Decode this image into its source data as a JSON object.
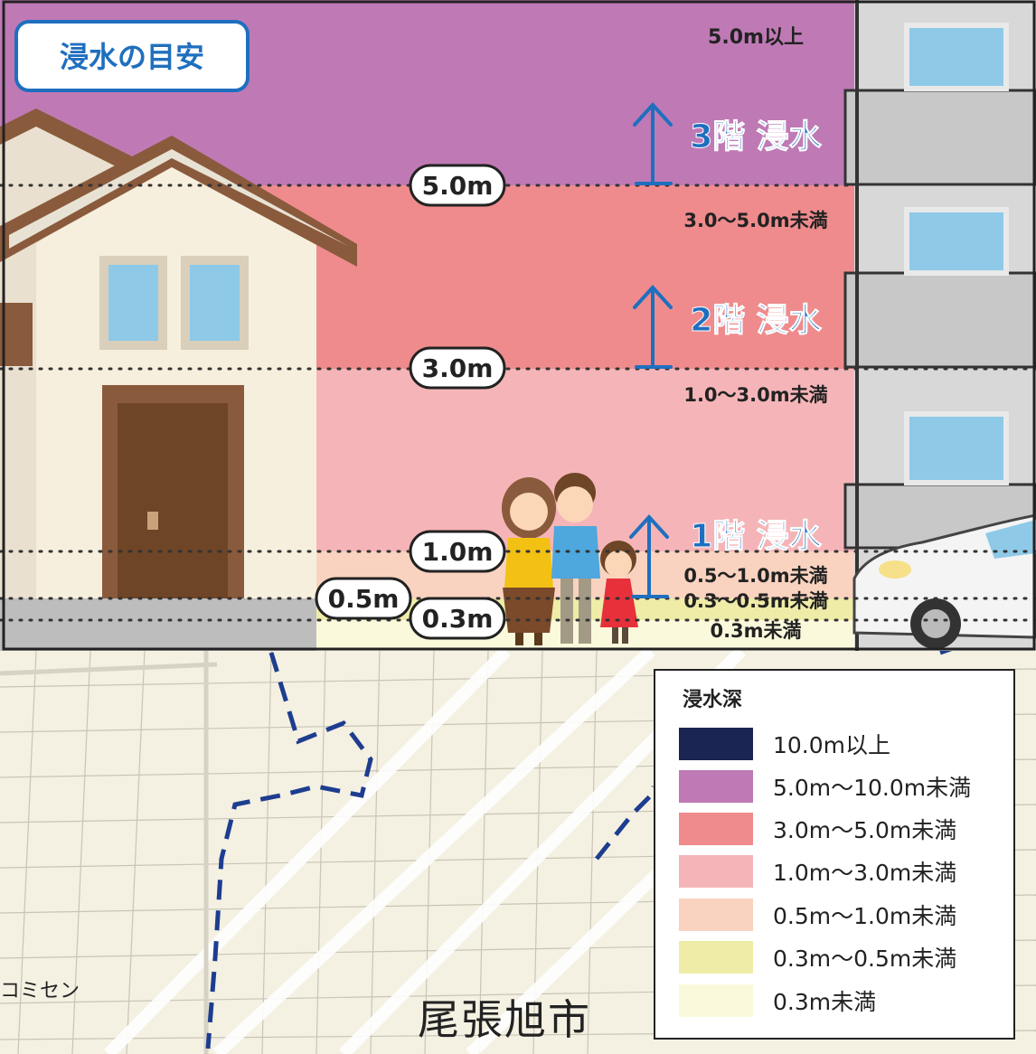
{
  "illustration": {
    "badge": "浸水の目安",
    "top_label": "5.0m以上",
    "levels": [
      {
        "label": "5.0m",
        "id": "5.0"
      },
      {
        "label": "3.0m",
        "id": "3.0"
      },
      {
        "label": "1.0m",
        "id": "1.0"
      },
      {
        "label": "0.5m",
        "id": "0.5"
      },
      {
        "label": "0.3m",
        "id": "0.3"
      }
    ],
    "floors": [
      {
        "label": "3階 浸水"
      },
      {
        "label": "2階 浸水"
      },
      {
        "label": "1階 浸水"
      }
    ],
    "range_labels": [
      "3.0〜5.0m未満",
      "1.0〜3.0m未満",
      "0.5〜1.0m未満",
      "0.3〜0.5m未満",
      "0.3m未満"
    ],
    "colors": {
      "band_top": "#bf7ab5",
      "band_3_5": "#ef8b8d",
      "band_1_3": "#f5b5b8",
      "band_05_1": "#f9d3c0",
      "band_03_05": "#efeca8",
      "band_lt03": "#fbf9dc",
      "arrow_blue": "#1f6fbf"
    }
  },
  "legend": {
    "title": "浸水深",
    "items": [
      {
        "label": "10.0m以上",
        "color": "#1a2553"
      },
      {
        "label": "5.0m〜10.0m未満",
        "color": "#bf7ab5"
      },
      {
        "label": "3.0m〜5.0m未満",
        "color": "#ef8b8d"
      },
      {
        "label": "1.0m〜3.0m未満",
        "color": "#f5b5b8"
      },
      {
        "label": "0.5m〜1.0m未満",
        "color": "#f9d3c0"
      },
      {
        "label": "0.3m〜0.5m未満",
        "color": "#efeca8"
      },
      {
        "label": "0.3m未満",
        "color": "#fbf9dc"
      }
    ]
  },
  "map": {
    "city_label": "尾張旭市",
    "left_label": "コミセン",
    "boundary_color": "#1d3d8f"
  }
}
